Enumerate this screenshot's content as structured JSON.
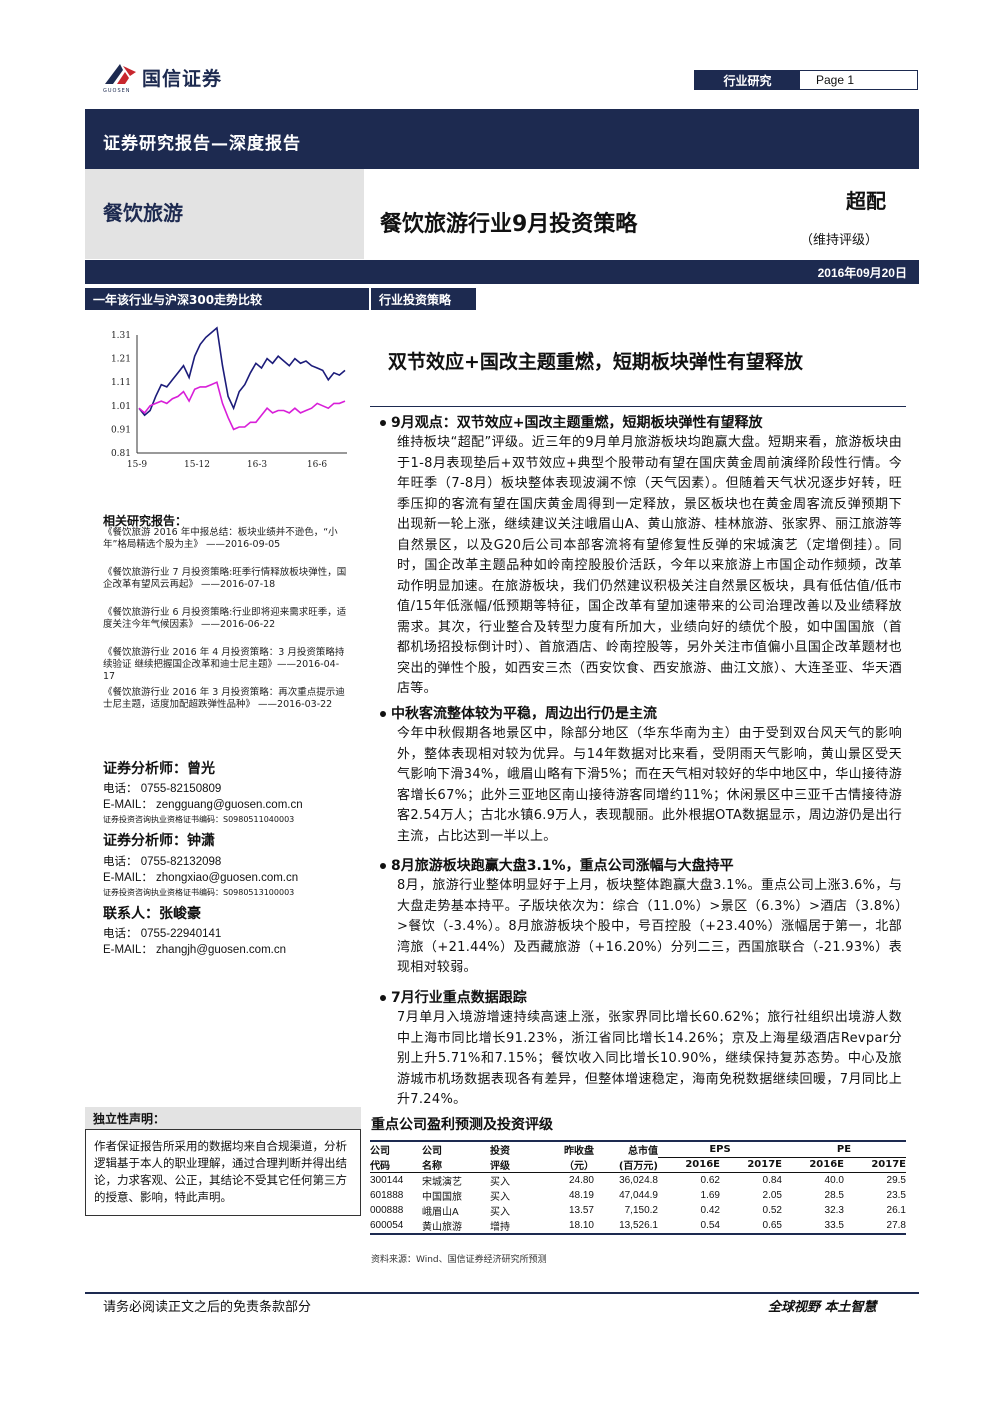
{
  "header": {
    "logo_text": "国信证券",
    "logo_sub": "GUOSEN",
    "section_label": "行业研究",
    "page_label": "Page 1",
    "report_type": "证券研究报告—深度报告",
    "industry": "餐饮旅游",
    "title": "餐饮旅游行业9月投资策略",
    "rating": "超配",
    "rating_note": "（维持评级）",
    "date": "2016年09月20日"
  },
  "sidebar": {
    "chart_heading": "一年该行业与沪深300走势比较",
    "related_heading": "相关研究报告：",
    "related": [
      "《餐饮旅游 2016 年中报总结：板块业绩并不逊色，“小年”格局精选个股为主》 ——2016-09-05",
      "《餐饮旅游行业 7 月投资策略:旺季行情释放板块弹性，国企改革有望风云再起》 ——2016-07-18",
      "《餐饮旅游行业 6 月投资策略:行业即将迎来需求旺季，适度关注今年气候因素》 ——2016-06-22",
      "《餐饮旅游行业 2016 年 4 月投资策略：3 月投资策略持续验证 继续把握国企改革和迪士尼主题》——2016-04-17",
      "《餐饮旅游行业 2016 年 3 月投资策略：再次重点提示迪士尼主题，适度加配超跌弹性品种》 ——2016-03-22"
    ],
    "analysts": [
      {
        "title": "证券分析师：曾光",
        "phone": "电话：    0755-82150809",
        "email": "E-MAIL：  zengguang@guosen.com.cn",
        "cert": "证券投资咨询执业资格证书编码：S0980511040003"
      },
      {
        "title": "证券分析师：钟潇",
        "phone": "电话：    0755-82132098",
        "email": "E-MAIL：  zhongxiao@guosen.com.cn",
        "cert": "证券投资咨询执业资格证书编码：S0980513100003"
      },
      {
        "title": "联系人：张峻豪",
        "phone": "电话：    0755-22940141",
        "email": "E-MAIL：  zhangjh@guosen.com.cn",
        "cert": ""
      }
    ],
    "independence_heading": "独立性声明：",
    "independence_text": "作者保证报告所采用的数据均来自合规渠道，分析逻辑基于本人的职业理解，通过合理判断并得出结论，力求客观、公正，其结论不受其它任何第三方的授意、影响，特此声明。"
  },
  "main": {
    "strategy_label": "行业投资策略",
    "subtitle": "双节效应+国改主题重燃，短期板块弹性有望释放",
    "sections": [
      {
        "heading": "9月观点：双节效应+国改主题重燃，短期板块弹性有望释放",
        "body": "维持板块“超配”评级。近三年的9月单月旅游板块均跑赢大盘。短期来看，旅游板块由于1-8月表现垫后+双节效应+典型个股带动有望在国庆黄金周前演绎阶段性行情。今年旺季（7-8月）板块整体表现波澜不惊（天气因素）。但随着天气状况逐步好转，旺季压抑的客流有望在国庆黄金周得到一定释放，景区板块也在黄金周客流反弹预期下出现新一轮上涨，继续建议关注峨眉山A、黄山旅游、桂林旅游、张家界、丽江旅游等自然景区，以及G20后公司本部客流将有望修复性反弹的宋城演艺（定增倒挂）。同时，国企改革主题品种如岭南控股股价活跃，今年以来旅游上市国企动作频频，改革动作明显加速。在旅游板块，我们仍然建议积极关注自然景区板块，具有低估值/低市值/15年低涨幅/低预期等特征，国企改革有望加速带来的公司治理改善以及业绩释放需求。其次，行业整合及转型力度有所加大，业绩向好的绩优个股，如中国国旅（首都机场招投标倒计时）、首旅酒店、岭南控股等，另外关注市值偏小且国企改革题材也突出的弹性个股，如西安三杰（西安饮食、西安旅游、曲江文旅）、大连圣亚、华天酒店等。"
      },
      {
        "heading": "中秋客流整体较为平稳，周边出行仍是主流",
        "body": "今年中秋假期各地景区中，除部分地区（华东华南为主）由于受到双台风天气的影响外，整体表现相对较为优异。与14年数据对比来看，受阴雨天气影响，黄山景区受天气影响下滑34%，峨眉山略有下滑5%；而在天气相对较好的华中地区中，华山接待游客增长67%；此外三亚地区南山接待游客同增约11%；休闲景区中三亚千古情接待游客2.54万人；古北水镇6.9万人，表现靓丽。此外根据OTA数据显示，周边游仍是出行主流，占比达到一半以上。"
      },
      {
        "heading": "8月旅游板块跑赢大盘3.1%，重点公司涨幅与大盘持平",
        "body": "8月，旅游行业整体明显好于上月，板块整体跑赢大盘3.1%。重点公司上涨3.6%，与大盘走势基本持平。子版块依次为：综合（11.0%）>景区（6.3%）>酒店（3.8%）>餐饮（-3.4%）。8月旅游板块个股中，号百控股（+23.40%）涨幅居于第一，北部湾旅（+21.44%）及西藏旅游（+16.20%）分列二三，西国旅联合（-21.93%）表现相对较弱。"
      },
      {
        "heading": "7月行业重点数据跟踪",
        "body": "7月单月入境游增速持续高速上涨，张家界同比增长60.62%；旅行社组织出境游人数中上海市同比增长91.23%，浙江省同比增长14.26%；京及上海星级酒店Revpar分别上升5.71%和7.15%；餐饮收入同比增长10.90%，继续保持复苏态势。中心及旅游城市机场数据表现各有差异，但整体增速稳定，海南免税数据继续回暖，7月同比上升7.24%。"
      }
    ],
    "table_title": "重点公司盈利预测及投资评级",
    "table": {
      "headers_top": [
        "公司",
        "公司",
        "投资",
        "昨收盘",
        "总市值",
        "EPS",
        "PE"
      ],
      "headers_bottom": [
        "代码",
        "名称",
        "评级",
        "（元）",
        "(百万元)",
        "2016E",
        "2017E",
        "2016E",
        "2017E"
      ],
      "rows": [
        [
          "300144",
          "宋城演艺",
          "买入",
          "24.80",
          "36,024.8",
          "0.62",
          "0.84",
          "40.0",
          "29.5"
        ],
        [
          "601888",
          "中国国旅",
          "买入",
          "48.19",
          "47,044.9",
          "1.69",
          "2.05",
          "28.5",
          "23.5"
        ],
        [
          "000888",
          "峨眉山A",
          "买入",
          "13.57",
          "7,150.2",
          "0.42",
          "0.52",
          "32.3",
          "26.1"
        ],
        [
          "600054",
          "黄山旅游",
          "增持",
          "18.10",
          "13,526.1",
          "0.54",
          "0.65",
          "33.5",
          "27.8"
        ]
      ]
    },
    "source": "资料来源：Wind、国信证券经济研究所预测"
  },
  "footer": {
    "left": "请务必阅读正文之后的免责条款部分",
    "right": "全球视野  本土智慧"
  },
  "colors": {
    "navy": "#1d2a50",
    "industry_line": "#1c1c7a",
    "index_line": "#d81fd8"
  },
  "chart_data": {
    "type": "line",
    "title": "一年该行业与沪深300走势比较",
    "x_ticks": [
      "15-9",
      "15-12",
      "16-3",
      "16-6"
    ],
    "y_ticks": [
      "1.31",
      "1.21",
      "1.11",
      "1.01",
      "0.91",
      "0.81"
    ],
    "ylim": [
      0.81,
      1.31
    ],
    "series": [
      {
        "name": "",
        "color": "#1c1c7a",
        "values": [
          1.0,
          0.97,
          0.99,
          1.05,
          1.1,
          1.09,
          1.12,
          1.15,
          1.18,
          1.13,
          1.22,
          1.27,
          1.3,
          1.32,
          1.34,
          1.18,
          1.05,
          1.0,
          1.07,
          1.1,
          1.15,
          1.19,
          1.17,
          1.21,
          1.19,
          1.22,
          1.2,
          1.18,
          1.21,
          1.19,
          1.2,
          1.18,
          1.17,
          1.16,
          1.12,
          1.15,
          1.14,
          1.16
        ]
      },
      {
        "name": "",
        "color": "#d81fd8",
        "values": [
          1.0,
          0.98,
          1.01,
          1.02,
          1.03,
          1.02,
          1.04,
          1.05,
          1.07,
          1.03,
          1.08,
          1.09,
          1.09,
          1.1,
          1.11,
          1.02,
          0.96,
          0.91,
          0.92,
          0.92,
          0.94,
          0.94,
          0.97,
          1.0,
          0.98,
          0.99,
          0.99,
          0.98,
          1.0,
          0.98,
          0.99,
          1.0,
          1.02,
          1.01,
          1.0,
          1.02,
          1.02,
          1.03
        ]
      }
    ]
  }
}
